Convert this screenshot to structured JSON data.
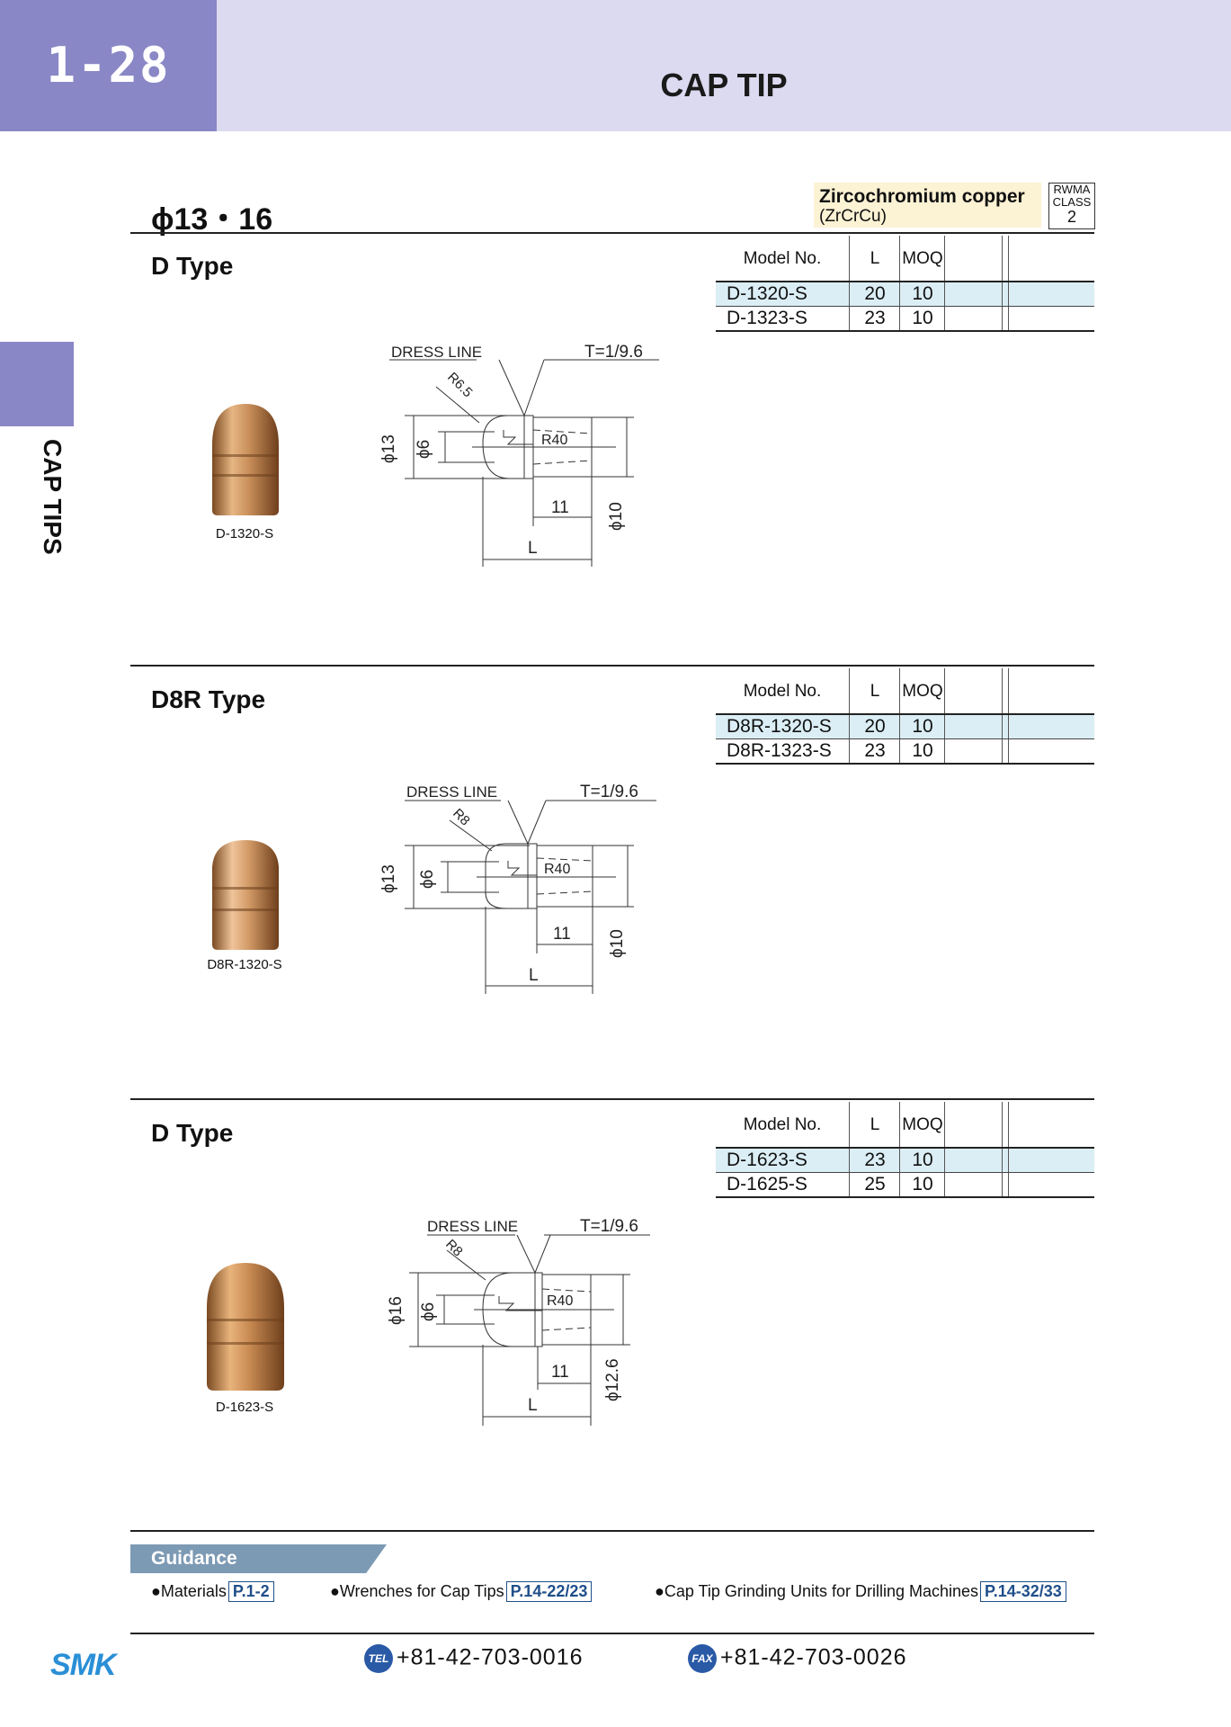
{
  "header": {
    "page_number": "1-28",
    "title": "CAP TIP"
  },
  "side_tab": {
    "label": "CAP TIPS"
  },
  "size_title": "ϕ13・16",
  "material": {
    "name": "Zircochromium copper",
    "formula": "(ZrCrCu)",
    "rwma_label1": "RWMA",
    "rwma_label2": "CLASS",
    "rwma_class": "2"
  },
  "table_headers": {
    "model": "Model No.",
    "l": "L",
    "moq": "MOQ"
  },
  "sections": [
    {
      "title": "D Type",
      "rows": [
        {
          "model": "D-1320-S",
          "l": "20",
          "moq": "10"
        },
        {
          "model": "D-1323-S",
          "l": "23",
          "moq": "10"
        }
      ],
      "photo_caption": "D-1320-S",
      "drawing": {
        "dress_line": "DRESS LINE",
        "taper": "T=1/9.6",
        "radius": "R6.5",
        "r40": "R40",
        "dia_outer": "ϕ13",
        "dia_inner": "ϕ6",
        "dia_shank": "ϕ10",
        "depth": "11",
        "length": "L"
      }
    },
    {
      "title": "D8R Type",
      "rows": [
        {
          "model": "D8R-1320-S",
          "l": "20",
          "moq": "10"
        },
        {
          "model": "D8R-1323-S",
          "l": "23",
          "moq": "10"
        }
      ],
      "photo_caption": "D8R-1320-S",
      "drawing": {
        "dress_line": "DRESS LINE",
        "taper": "T=1/9.6",
        "radius": "R8",
        "r40": "R40",
        "dia_outer": "ϕ13",
        "dia_inner": "ϕ6",
        "dia_shank": "ϕ10",
        "depth": "11",
        "length": "L"
      }
    },
    {
      "title": "D Type",
      "rows": [
        {
          "model": "D-1623-S",
          "l": "23",
          "moq": "10"
        },
        {
          "model": "D-1625-S",
          "l": "25",
          "moq": "10"
        }
      ],
      "photo_caption": "D-1623-S",
      "drawing": {
        "dress_line": "DRESS LINE",
        "taper": "T=1/9.6",
        "radius": "R8",
        "r40": "R40",
        "dia_outer": "ϕ16",
        "dia_inner": "ϕ6",
        "dia_shank": "ϕ12.6",
        "depth": "11",
        "length": "L"
      }
    }
  ],
  "guidance": {
    "label": "Guidance",
    "items": [
      {
        "text": "●Materials",
        "ref": "P.1-2"
      },
      {
        "text": "●Wrenches for Cap Tips",
        "ref": "P.14-22/23"
      },
      {
        "text": "●Cap Tip Grinding Units for Drilling Machines",
        "ref": "P.14-32/33"
      }
    ]
  },
  "footer": {
    "logo": "SMK",
    "tel_badge": "TEL",
    "tel": "+81-42-703-0016",
    "fax_badge": "FAX",
    "fax": "+81-42-703-0026"
  }
}
